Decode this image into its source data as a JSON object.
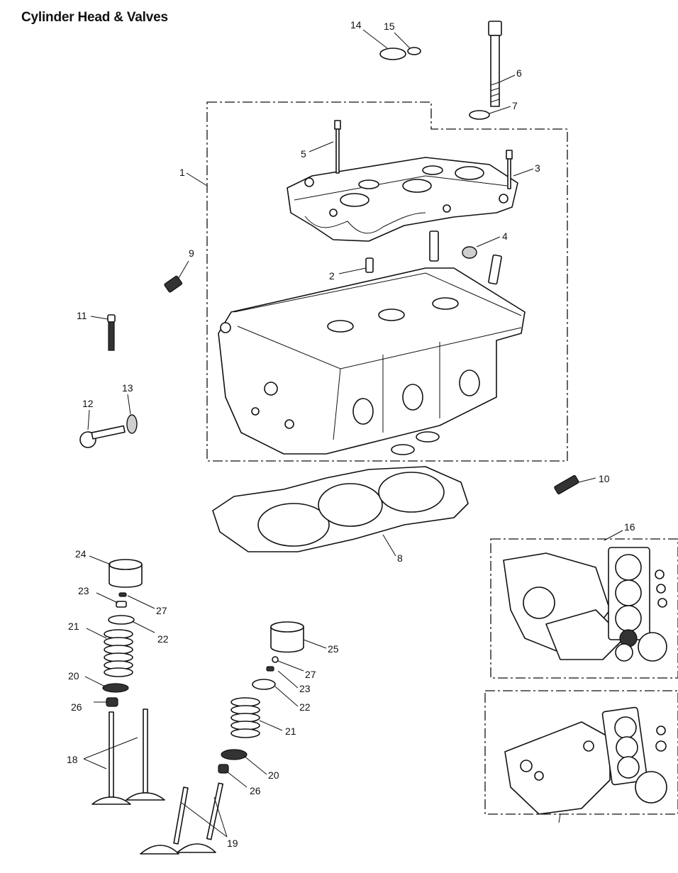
{
  "title": "Cylinder Head & Valves",
  "callouts": [
    {
      "id": "1",
      "label": "1"
    },
    {
      "id": "2",
      "label": "2"
    },
    {
      "id": "3",
      "label": "3"
    },
    {
      "id": "4",
      "label": "4"
    },
    {
      "id": "5",
      "label": "5"
    },
    {
      "id": "6",
      "label": "6"
    },
    {
      "id": "7",
      "label": "7"
    },
    {
      "id": "8",
      "label": "8"
    },
    {
      "id": "9",
      "label": "9"
    },
    {
      "id": "10",
      "label": "10"
    },
    {
      "id": "11",
      "label": "11"
    },
    {
      "id": "12",
      "label": "12"
    },
    {
      "id": "13",
      "label": "13"
    },
    {
      "id": "14",
      "label": "14"
    },
    {
      "id": "15",
      "label": "15"
    },
    {
      "id": "16",
      "label": "16"
    },
    {
      "id": "18",
      "label": "18"
    },
    {
      "id": "19",
      "label": "19"
    },
    {
      "id": "20a",
      "label": "20"
    },
    {
      "id": "20b",
      "label": "20"
    },
    {
      "id": "21a",
      "label": "21"
    },
    {
      "id": "21b",
      "label": "21"
    },
    {
      "id": "22a",
      "label": "22"
    },
    {
      "id": "22b",
      "label": "22"
    },
    {
      "id": "23a",
      "label": "23"
    },
    {
      "id": "23b",
      "label": "23"
    },
    {
      "id": "24",
      "label": "24"
    },
    {
      "id": "25",
      "label": "25"
    },
    {
      "id": "26a",
      "label": "26"
    },
    {
      "id": "26b",
      "label": "26"
    },
    {
      "id": "27a",
      "label": "27"
    },
    {
      "id": "27b",
      "label": "27"
    }
  ]
}
